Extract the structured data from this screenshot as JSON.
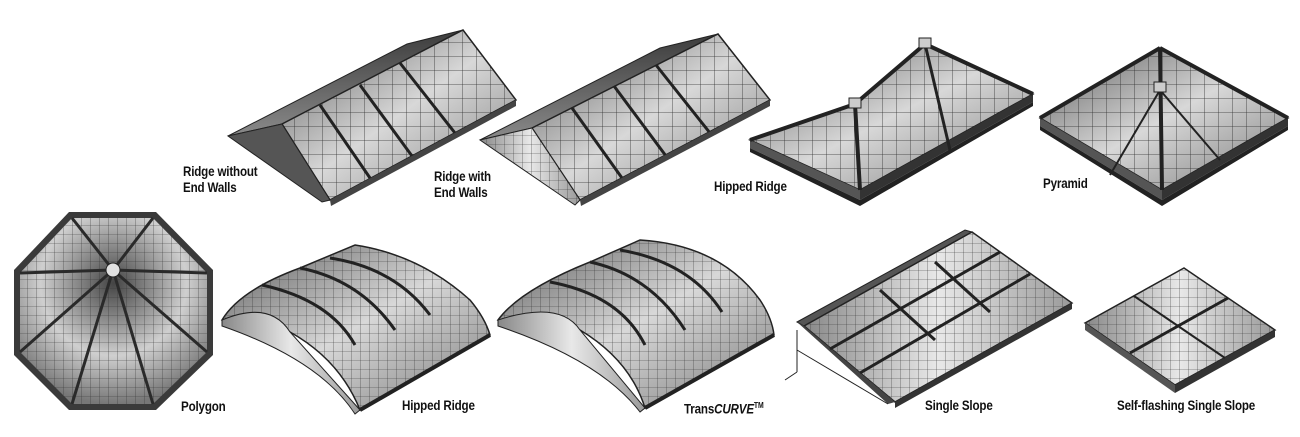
{
  "captions": {
    "ridge_without_end_walls": [
      "Ridge without",
      "End Walls"
    ],
    "ridge_with_end_walls": [
      "Ridge with",
      "End Walls"
    ],
    "hipped_ridge_top": "Hipped Ridge",
    "pyramid": "Pyramid",
    "polygon": "Polygon",
    "hipped_ridge_curved": "Hipped Ridge",
    "transcurve_prefix": "Trans",
    "transcurve_italic": "CURVE",
    "transcurve_tm": "TM",
    "single_slope": "Single Slope",
    "self_flashing_single_slope": "Self-flashing Single Slope"
  },
  "colors": {
    "frame": "#3a3a3a",
    "glass_light": "#e6e6e6",
    "glass_dark": "#6e6e6e",
    "mullion": "#2a2a2a"
  }
}
